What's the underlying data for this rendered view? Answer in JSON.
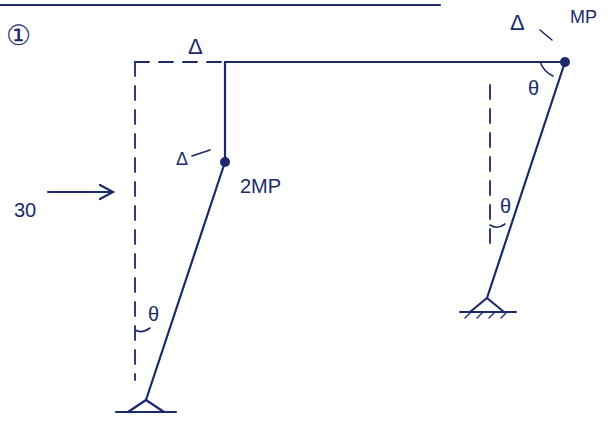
{
  "diagram": {
    "labels": [
      "①",
      "Δ",
      "Δ",
      "MP",
      "θ",
      "θ",
      "30",
      "Δ",
      "2MP",
      "θ"
    ]
  }
}
